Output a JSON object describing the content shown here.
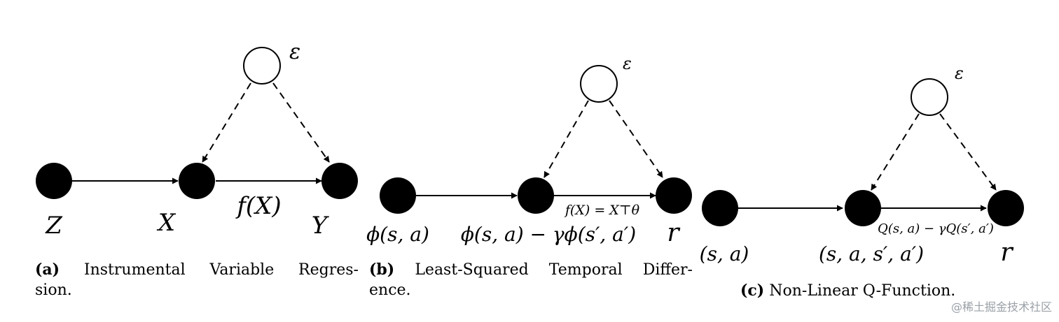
{
  "panels": [
    {
      "id": "a",
      "nodes": {
        "left": "Z",
        "middle": "X",
        "right": "Y",
        "noise": "ε"
      },
      "edge_label": "f(X)",
      "caption": {
        "tag": "(a)",
        "line1": "Instrumental Variable Regres-",
        "line2": "sion."
      }
    },
    {
      "id": "b",
      "nodes": {
        "left": "ϕ(s, a)",
        "middle": "ϕ(s, a) − γϕ(s′, a′)",
        "right": "r",
        "noise": "ε"
      },
      "edge_label": "f(X) = X⊤θ",
      "caption": {
        "tag": "(b)",
        "line1": "Least-Squared Temporal Differ-",
        "line2": "ence."
      }
    },
    {
      "id": "c",
      "nodes": {
        "left": "(s, a)",
        "middle": "(s, a, s′, a′)",
        "right": "r",
        "noise": "ε"
      },
      "edge_label": "Q(s, a) − γQ(s′, a′)",
      "caption": {
        "tag": "(c)",
        "line1": "Non-Linear Q-Function."
      }
    }
  ],
  "watermark": "@稀土掘金技术社区",
  "colors": {
    "node_fill": "#000000",
    "noise_fill": "#ffffff",
    "edge": "#000000",
    "watermark": "#9aa0a6"
  }
}
